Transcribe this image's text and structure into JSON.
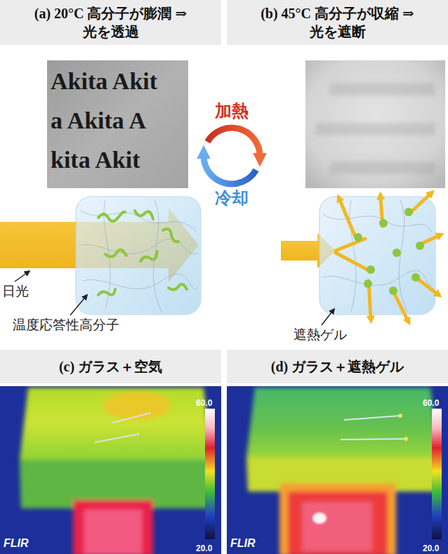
{
  "diagram": {
    "nodes": [
      {
        "text": [
          "(a) 20°C 高分子が膨潤 ⇒光を透過"
        ]
      },
      {
        "text": [
          "(b) 45°C 高分子が収縮 ⇒光を遮断"
        ]
      },
      {
        "text": [
          "(c) ガラス＋空気"
        ]
      },
      {
        "text": [
          "(d) ガラス＋遮熱ゲル"
        ]
      }
    ],
    "labels": [
      "Akita Akit",
      "a Akita A",
      "kita Akit",
      "加熱",
      "冷却",
      "日光",
      "温度応答性高分子",
      "遮熱ゲル",
      "60.0",
      "20.0",
      "FLIR",
      "60.0",
      "20.0",
      "FLIR"
    ]
  }
}
